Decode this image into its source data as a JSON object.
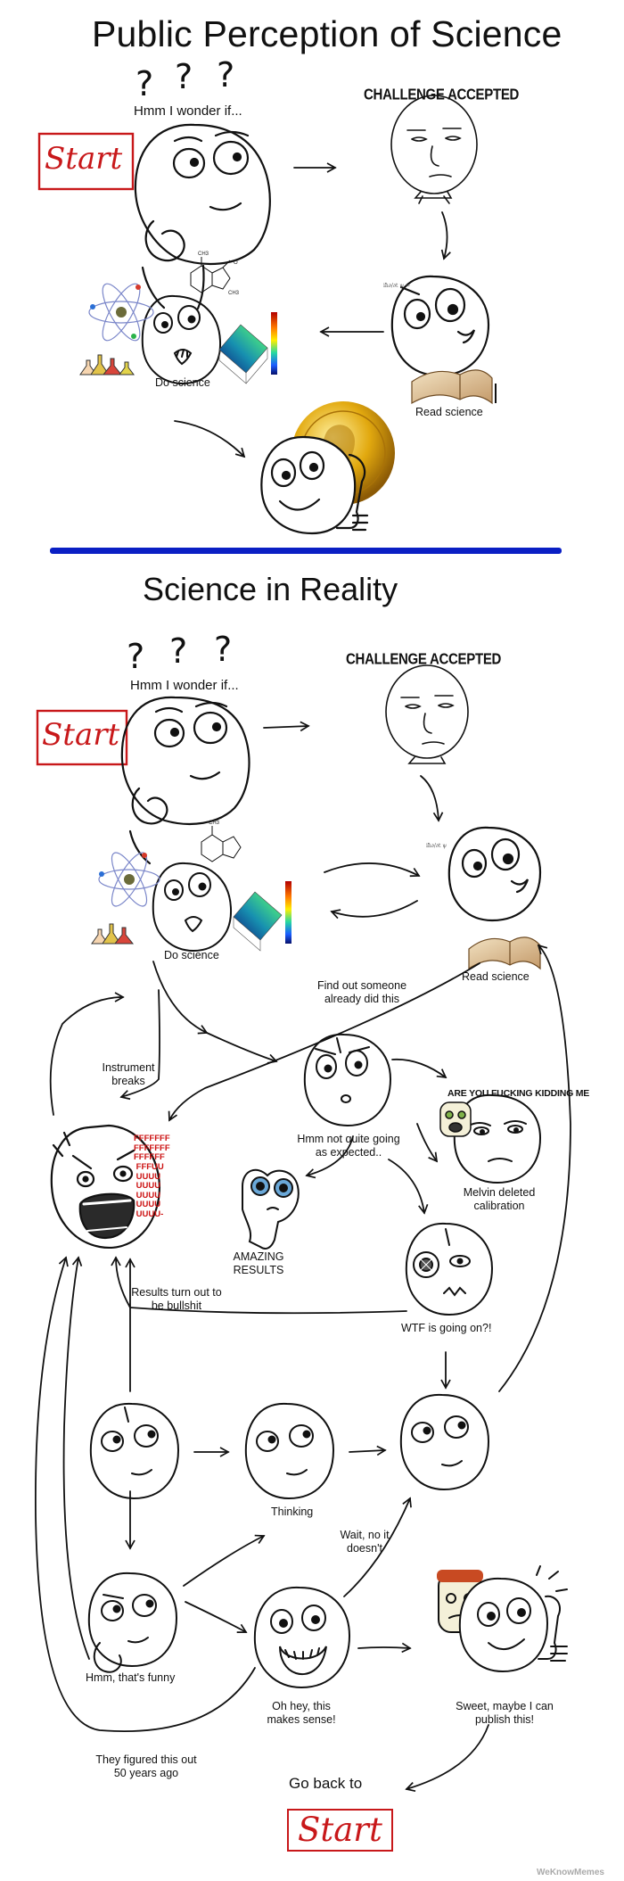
{
  "titles": {
    "top": "Public Perception of Science",
    "bottom": "Science in Reality"
  },
  "perception": {
    "wonder": "Hmm I wonder if...",
    "question_marks": [
      "?",
      "?",
      "?"
    ],
    "start": "Start",
    "challenge": "CHALLENGE ACCEPTED",
    "do_science": "Do science",
    "read_science": "Read science"
  },
  "reality": {
    "wonder": "Hmm I wonder if...",
    "question_marks": [
      "?",
      "?",
      "?"
    ],
    "start": "Start",
    "challenge": "CHALLENGE ACCEPTED",
    "do_science": "Do science",
    "read_science": "Read science",
    "find_out": "Find out someone already did this",
    "instrument": "Instrument breaks",
    "not_quite": "Hmm not quite going as expected..",
    "kidding": "ARE YOU FUCKING KIDDING ME",
    "melvin": "Melvin deleted calibration",
    "rage_text": "FFFFFFF\nFFFFFFF\nFFFFFF\n FFFUU\n UUUU\n UUUU\n UUUU\n UUUU\n UUUU-",
    "amazing": "AMAZING RESULTS",
    "bullshit": "Results turn out to be bullshit",
    "wtf": "WTF is going on?!",
    "thinking": "Thinking",
    "wait": "Wait, no it doesn't",
    "funny": "Hmm, that's funny",
    "makes_sense": "Oh hey, this makes sense!",
    "publish": "Sweet, maybe I can publish this!",
    "fifty_years": "They figured this out 50 years ago",
    "go_back": "Go back to",
    "end_start": "Start"
  },
  "watermark": "WeKnowMemes",
  "colors": {
    "divider": "#0a1fc4",
    "start_red": "#c8181a",
    "medal_gold": "#e2a90f",
    "rage_red": "#cc1111"
  }
}
